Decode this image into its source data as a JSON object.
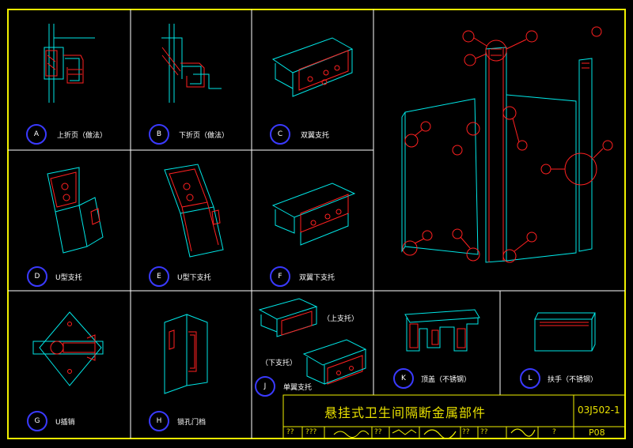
{
  "details": [
    {
      "letter": "A",
      "caption": "上折页（做法）"
    },
    {
      "letter": "B",
      "caption": "下折页（做法）"
    },
    {
      "letter": "C",
      "caption": "双翼支托"
    },
    {
      "letter": "D",
      "caption": "U型支托"
    },
    {
      "letter": "E",
      "caption": "U型下支托"
    },
    {
      "letter": "F",
      "caption": "双翼下支托"
    },
    {
      "letter": "G",
      "caption": "U插销"
    },
    {
      "letter": "H",
      "caption": "锁孔门档"
    },
    {
      "letter": "J",
      "caption": "单翼支托"
    },
    {
      "letter": "K",
      "caption": "顶盖（不锈钢）"
    },
    {
      "letter": "L",
      "caption": "扶手（不锈钢）"
    }
  ],
  "callouts": {
    "upper_bracket": "（上支托）",
    "lower_bracket": "（下支托）"
  },
  "title_block": {
    "title": "悬挂式卫生间隔断金属部件",
    "atlas_no": "03J502-1",
    "page": "P08",
    "cells": [
      "??",
      "???",
      "??",
      "??",
      "??",
      "??",
      "?"
    ]
  },
  "colors": {
    "frame": "#f0f000",
    "grid": "#ffffff",
    "outline": "#00e6e6",
    "part": "#ff2020",
    "badge": "#3a3aff"
  }
}
